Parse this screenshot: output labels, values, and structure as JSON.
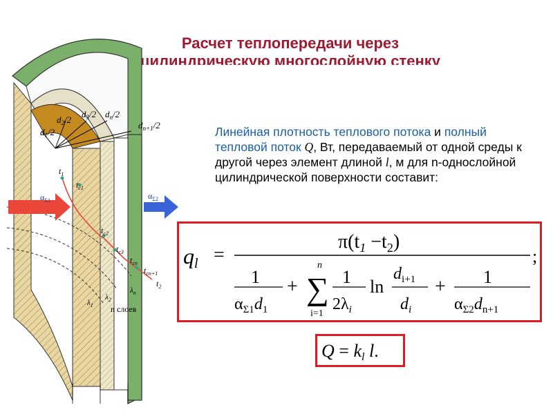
{
  "title": {
    "line1": "Расчет теплопередачи через",
    "line2": "цилиндрическую многослойную стенку"
  },
  "description": {
    "phrase1": "Линейная плотность теплового потока",
    "and": " и ",
    "phrase2": "полный тепловой поток",
    "q_symbol": "Q",
    "rest1": ", Вт, передаваемый от одной среды к другой через элемент длиной ",
    "l_symbol": "l",
    "rest2": ", м для n-однослойной цилиндрической поверхности составит:"
  },
  "diagram": {
    "d1": "d",
    "d1_sub": "1",
    "d2": "d",
    "d2_sub": "2",
    "d3": "d",
    "d3_sub": "3",
    "dn": "d",
    "dn_sub": "n",
    "dn1": "d",
    "dn1_sub": "n+1",
    "half": "/2",
    "t1": "t",
    "t1_sub": "1",
    "tc1": "t",
    "tc1_sub": "c1",
    "tc2": "t",
    "tc2_sub": "c2",
    "tc3": "t",
    "tc3_sub": "c3",
    "tcn": "t",
    "tcn_sub": "cn",
    "tcn1": "t",
    "tcn1_sub": "cn+1",
    "t2": "t",
    "t2_sub": "2",
    "alpha1": "α",
    "alpha1_sub": "Σ1",
    "alpha2": "α",
    "alpha2_sub": "Σ2",
    "lambda1": "λ",
    "lambda1_sub": "1",
    "lambda2": "λ",
    "lambda2_sub": "2",
    "lambdan": "λ",
    "lambdan_sub": "n",
    "layers_label": "n слоев"
  },
  "formula": {
    "lhs": "q",
    "lhs_sub": "l",
    "eq": "=",
    "numerator": "π(t",
    "num_sub1": "1",
    "num_minus": " −t",
    "num_sub2": "2",
    "num_close": ")",
    "one": "1",
    "alpha": "α",
    "alpha_sub1": "Σ1",
    "d": "d",
    "d_sub1": "1",
    "plus": "+",
    "sum_top": "n",
    "sum_bottom": "i=1",
    "two_lambda": "2λ",
    "i_sub": "i",
    "ln": "ln",
    "d_i1": "i+1",
    "alpha_sub2": "Σ2",
    "d_n1": "n+1",
    "semicolon": ";"
  },
  "q_formula": {
    "Q": "Q",
    "eq": " = ",
    "k": "k",
    "k_sub": "l",
    "l": " l",
    "dot": "."
  },
  "colors": {
    "title": "#9b1b30",
    "blue_text": "#1a5ea8",
    "box_border": "#e01b24",
    "green_wall": "#7ab06a",
    "tan_layer": "#e9d6a1",
    "brown_layer": "#c48a1f",
    "arrow_red": "#e8473a",
    "arrow_blue": "#3a63d8"
  }
}
